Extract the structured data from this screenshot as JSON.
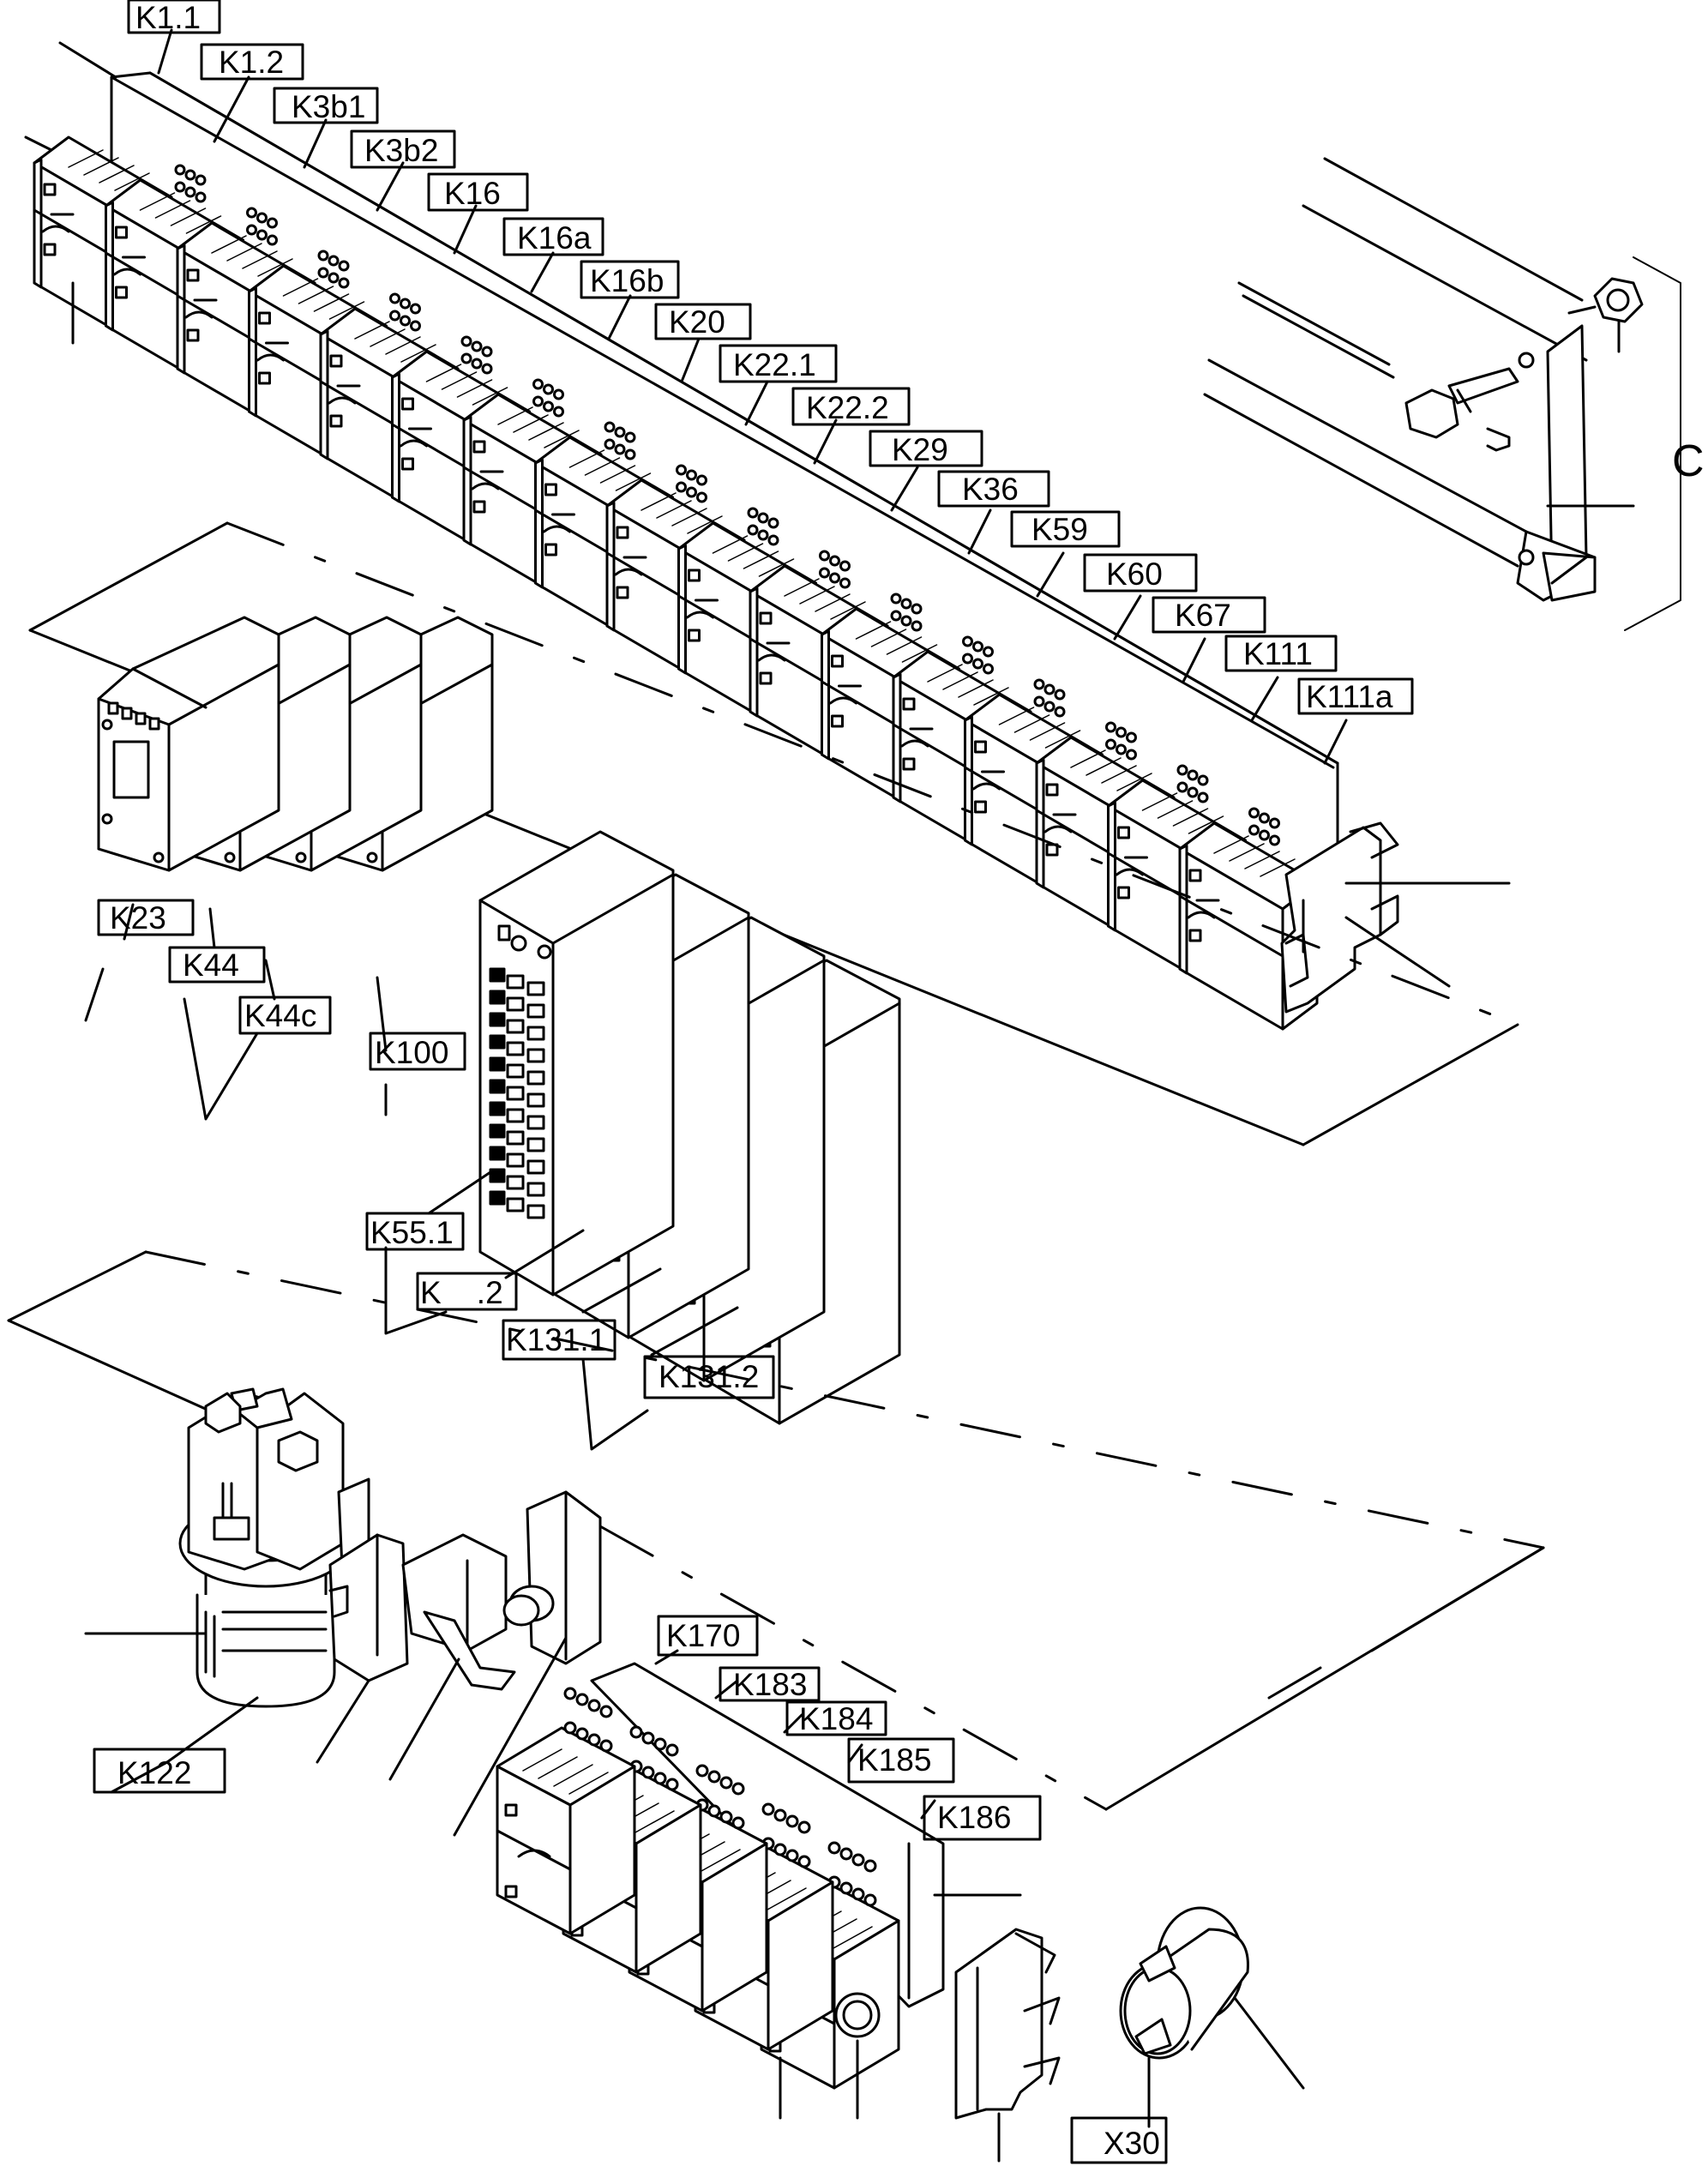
{
  "labels": {
    "k1_1": "K1.1",
    "k1_2": "K1.2",
    "k3b1": "K3b1",
    "k3b2": "K3b2",
    "k16": "K16",
    "k16a": "K16a",
    "k16b": "K16b",
    "k20": "K20",
    "k22_1": "K22.1",
    "k22_2": "K22.2",
    "k29": "K29",
    "k36": "K36",
    "k59": "K59",
    "k60": "K60",
    "k67": "K67",
    "k111": "K111",
    "k111a": "K111a",
    "k23": "K23",
    "k44": "K44",
    "k44c": "K44c",
    "k100": "K100",
    "k55_1": "K55.1",
    "k55_2": "K    .2",
    "k131_1": "K131.1",
    "k131_2": "K131.2",
    "k122": "K122",
    "k170": "K170",
    "k183": "K183",
    "k184": "K184",
    "k185": "K185",
    "k186": "K186",
    "x30": "X30",
    "detail_c": "C"
  }
}
